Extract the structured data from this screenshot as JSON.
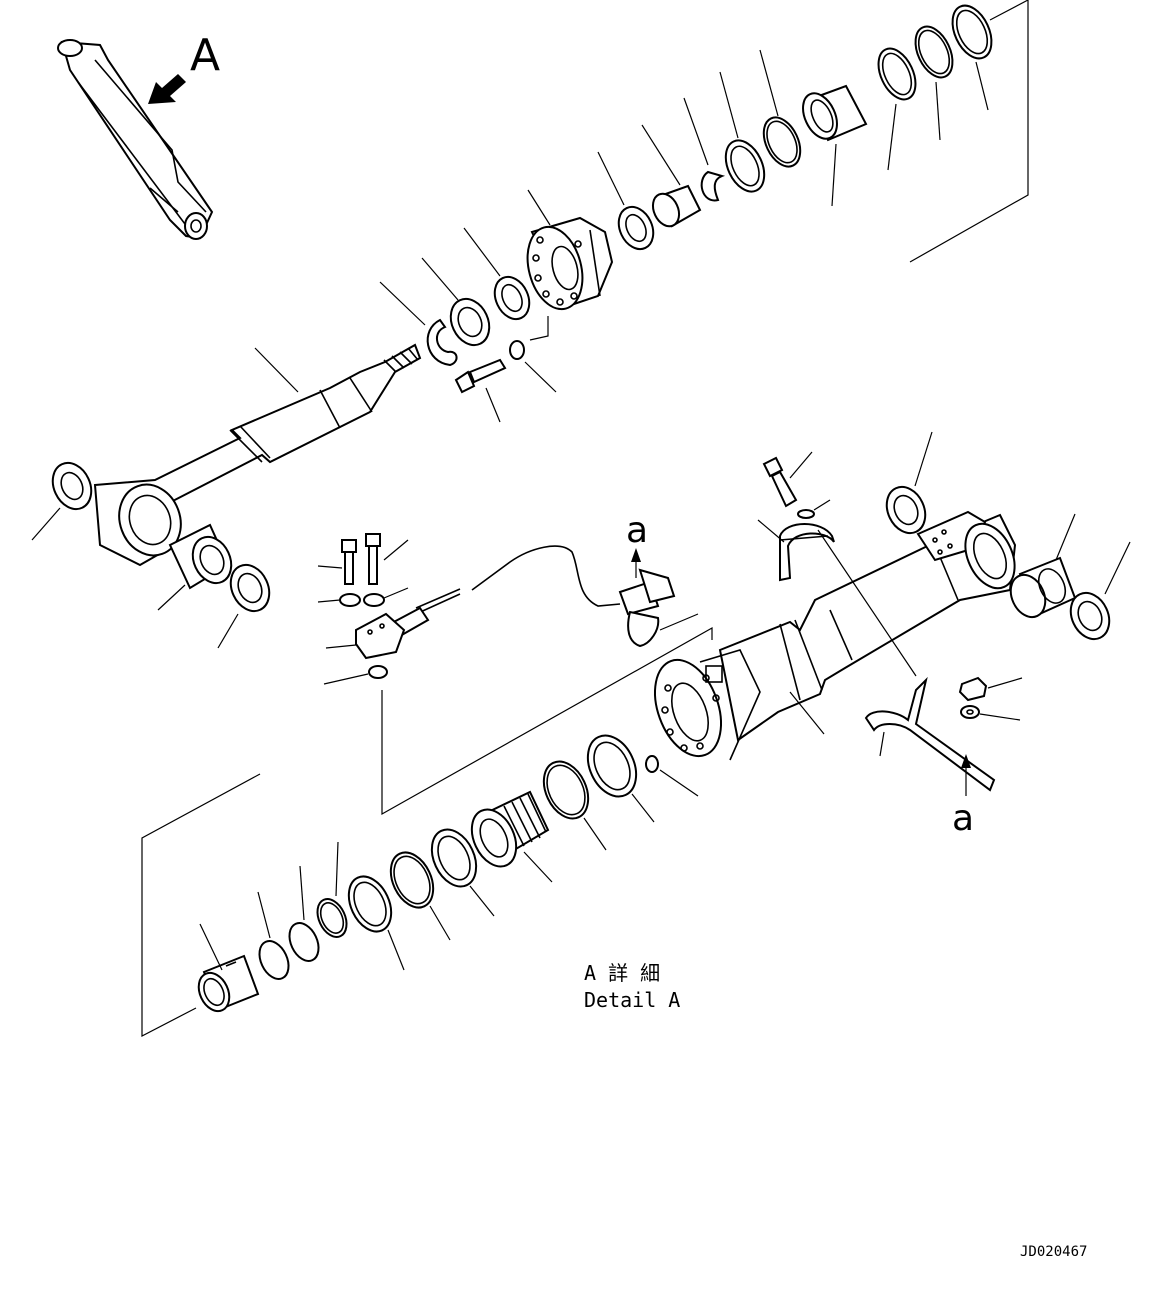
{
  "labels": {
    "view_marker": "A",
    "connection_marker_1": "a",
    "connection_marker_2": "a",
    "detail_title_jp": "A 詳 細",
    "detail_title_en": "Detail A",
    "drawing_number": "JD020467"
  }
}
